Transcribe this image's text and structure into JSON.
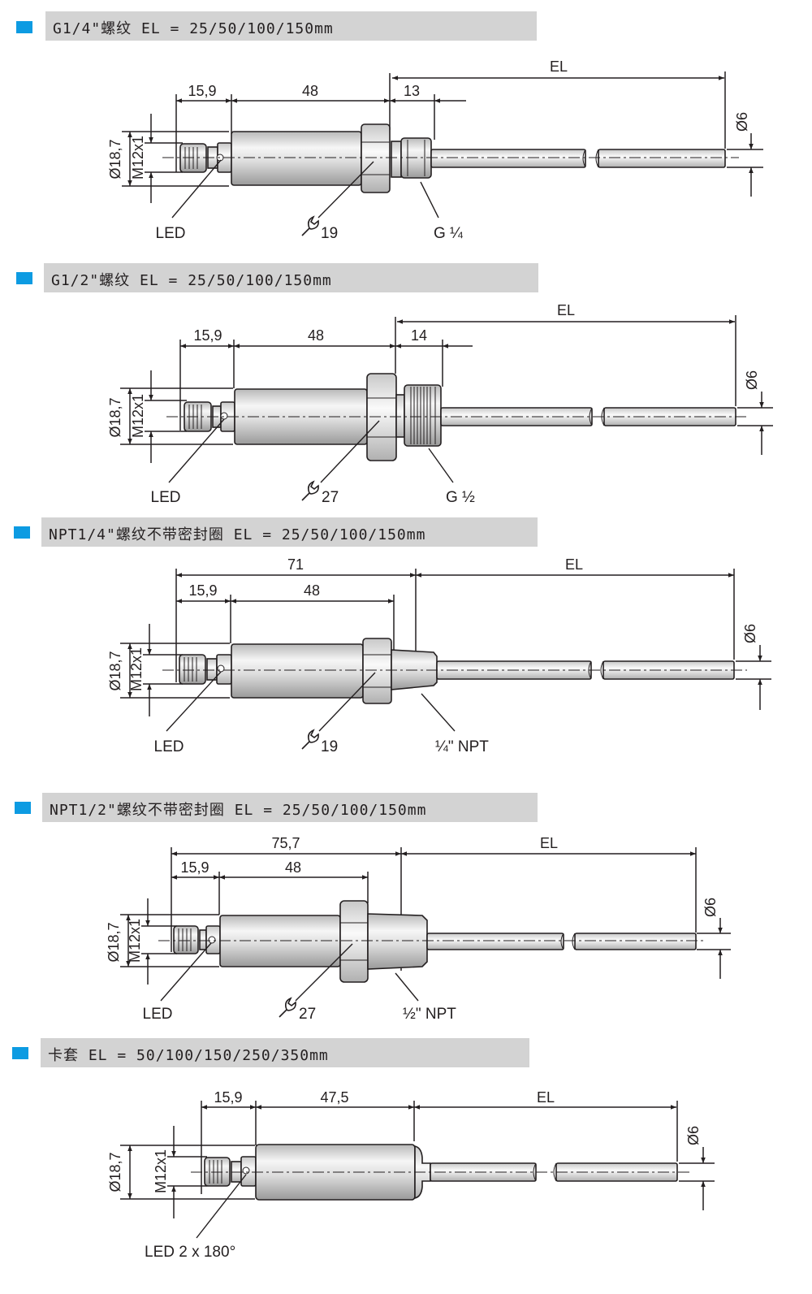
{
  "accent_color": "#0d9be2",
  "sections": [
    {
      "title": "G1/4\"螺纹  EL = 25/50/100/150mm",
      "dim_left": "15,9",
      "dim_body": "48",
      "dim_thread": "13",
      "dim_el": "EL",
      "dia_outer": "Ø18,7",
      "thread_conn": "M12x1",
      "dia_probe": "Ø6",
      "led": "LED",
      "wrench": "19",
      "thread": "G ¼"
    },
    {
      "title": "G1/2\"螺纹 EL = 25/50/100/150mm",
      "dim_left": "15,9",
      "dim_body": "48",
      "dim_thread": "14",
      "dim_el": "EL",
      "dia_outer": "Ø18,7",
      "thread_conn": "M12x1",
      "dia_probe": "Ø6",
      "led": "LED",
      "wrench": "27",
      "thread": "G ½"
    },
    {
      "title": "NPT1/4\"螺纹不带密封圈 EL = 25/50/100/150mm",
      "dim_total": "71",
      "dim_left": "15,9",
      "dim_body": "48",
      "dim_el": "EL",
      "dia_outer": "Ø18,7",
      "thread_conn": "M12x1",
      "dia_probe": "Ø6",
      "led": "LED",
      "wrench": "19",
      "thread": "¼\" NPT"
    },
    {
      "title": "NPT1/2\"螺纹不带密封圈 EL = 25/50/100/150mm",
      "dim_total": "75,7",
      "dim_left": "15,9",
      "dim_body": "48",
      "dim_el": "EL",
      "dia_outer": "Ø18,7",
      "thread_conn": "M12x1",
      "dia_probe": "Ø6",
      "led": "LED",
      "wrench": "27",
      "thread": "½\" NPT"
    },
    {
      "title": "卡套 EL = 50/100/150/250/350mm",
      "dim_left": "15,9",
      "dim_body": "47,5",
      "dim_el": "EL",
      "dia_outer": "Ø18,7",
      "thread_conn": "M12x1",
      "dia_probe": "Ø6",
      "led": "LED 2 x 180°"
    }
  ]
}
